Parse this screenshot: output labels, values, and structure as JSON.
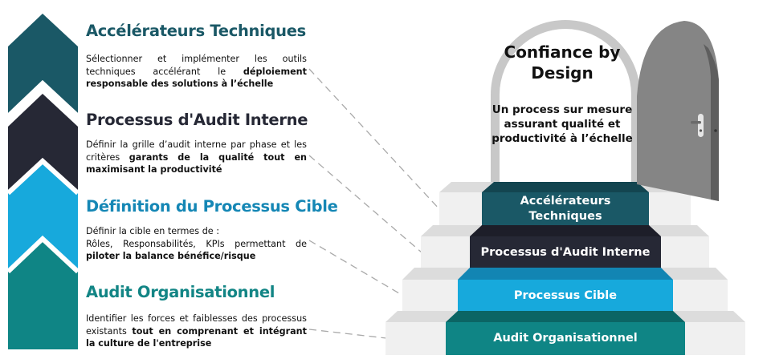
{
  "colors": {
    "accelerateurs": "#1a5866",
    "audit_interne": "#262835",
    "processus_cible": "#17a9dc",
    "audit_organisationnel": "#0f8585",
    "stairs_light": "#f0f0f0",
    "stairs_top": "#dcdcdc",
    "arch": "#c8c8c8",
    "door": "#858585",
    "door_edge": "#5e5e5e"
  },
  "levels": [
    {
      "title": "Accélérateurs Techniques",
      "title_color": "#1a5866",
      "desc_parts": [
        {
          "text": "Sélectionner et implémenter les outils techniques accélérant le ",
          "bold": false
        },
        {
          "text": "déploiement responsable des solutions à l’échelle",
          "bold": true
        }
      ]
    },
    {
      "title": "Processus d'Audit Interne",
      "title_color": "#262835",
      "desc_parts": [
        {
          "text": "Définir la grille d’audit interne par phase et les critères ",
          "bold": false
        },
        {
          "text": "garants de la qualité tout en maximisant la productivité",
          "bold": true
        }
      ]
    },
    {
      "title": "Définition du Processus Cible",
      "title_color": "#1587b5",
      "desc_parts": [
        {
          "text": "Définir la cible en termes de :\nRôles, Responsabilités, KPIs permettant de ",
          "bold": false
        },
        {
          "text": "piloter la balance bénéfice/risque",
          "bold": true
        }
      ]
    },
    {
      "title": "Audit Organisationnel",
      "title_color": "#128585",
      "desc_parts": [
        {
          "text": "Identifier les forces et faiblesses des processus existants ",
          "bold": false
        },
        {
          "text": "tout en comprenant et intégrant la culture de l'entreprise",
          "bold": true
        }
      ]
    }
  ],
  "door": {
    "title": "Confiance by Design",
    "subtitle": "Un process sur mesure assurant qualité et productivité à l’échelle"
  },
  "steps": [
    {
      "label": "Accélérateurs Techniques"
    },
    {
      "label": "Processus d'Audit Interne"
    },
    {
      "label": "Processus Cible"
    },
    {
      "label": "Audit Organisationnel"
    }
  ]
}
